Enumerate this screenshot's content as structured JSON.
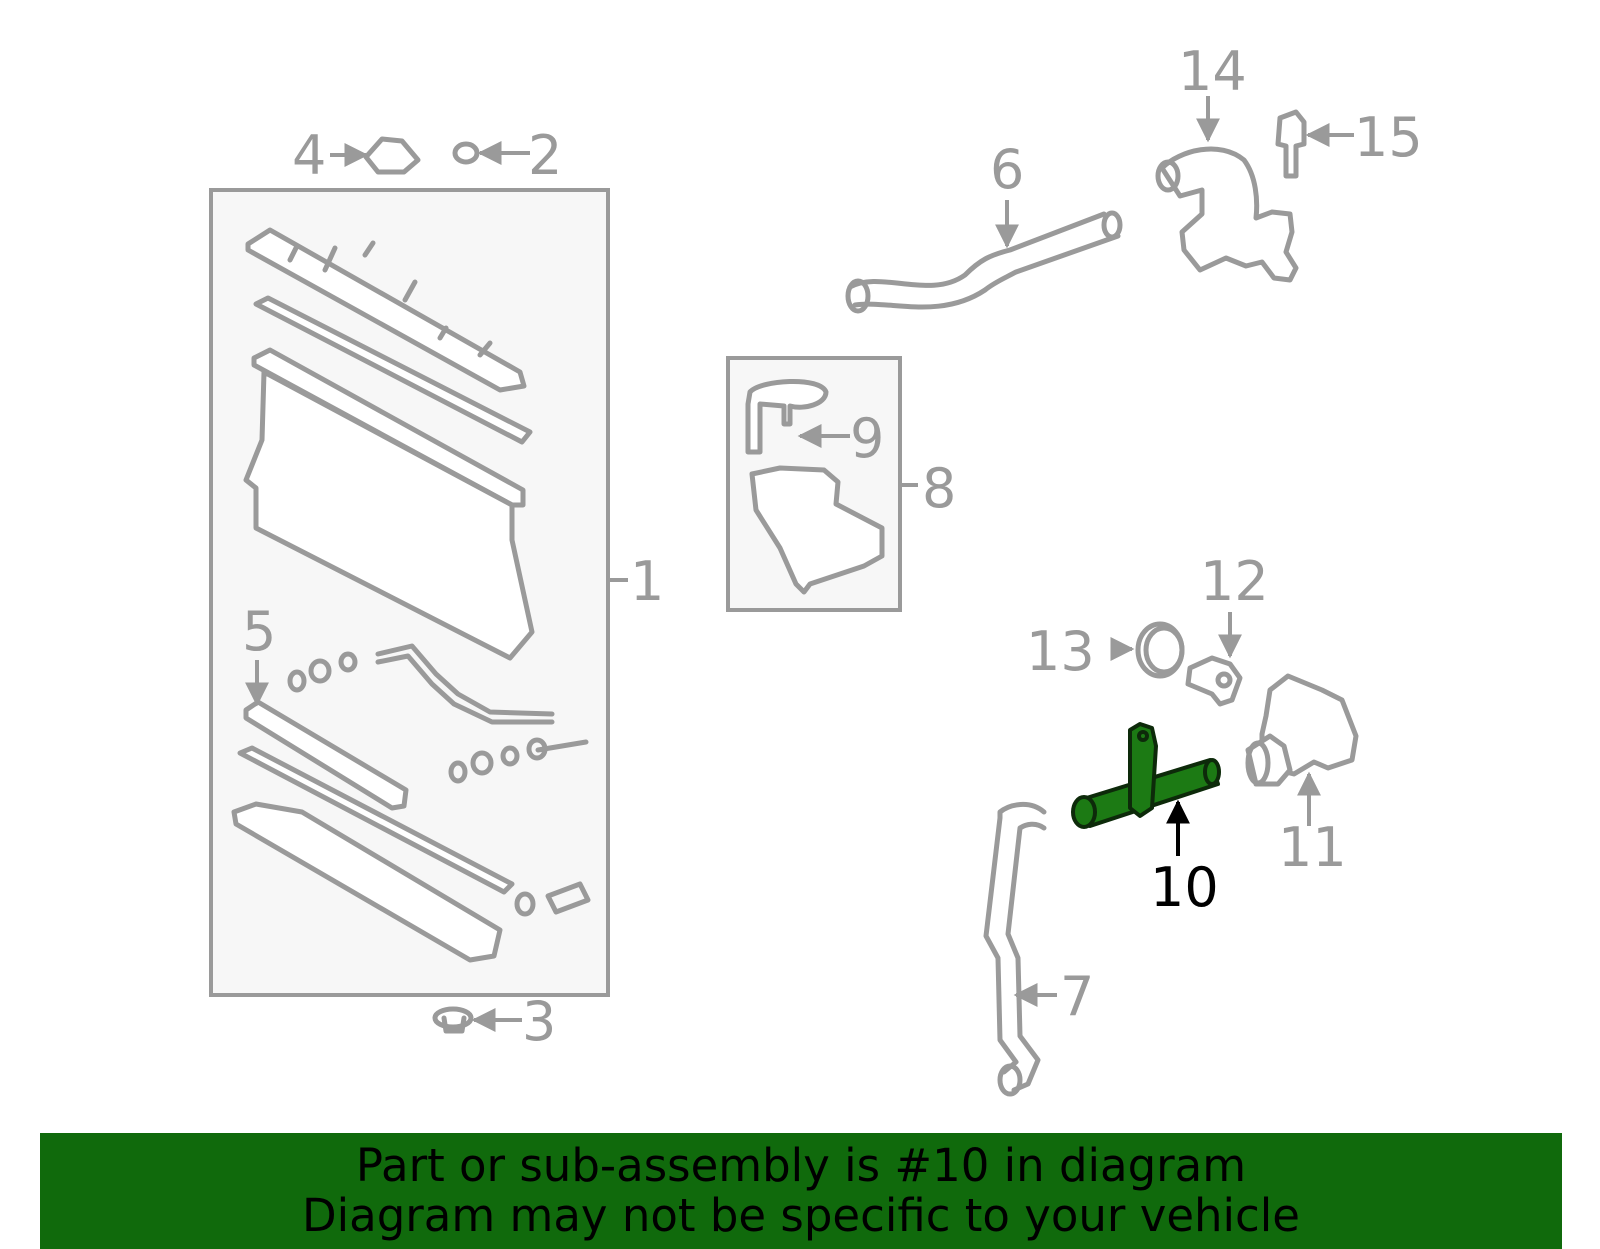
{
  "labels": {
    "l1": "1",
    "l2": "2",
    "l3": "3",
    "l4": "4",
    "l5": "5",
    "l6": "6",
    "l7": "7",
    "l8": "8",
    "l9": "9",
    "l10": "10",
    "l11": "11",
    "l12": "12",
    "l13": "13",
    "l14": "14",
    "l15": "15"
  },
  "highlighted_part": "10",
  "colors": {
    "highlight": "#1c7a14",
    "banner": "#106a0c",
    "parts": "#9a9a9a"
  },
  "banner": {
    "line1": "Part or sub-assembly is #10 in diagram",
    "line2": "Diagram may not be specific to your vehicle"
  }
}
